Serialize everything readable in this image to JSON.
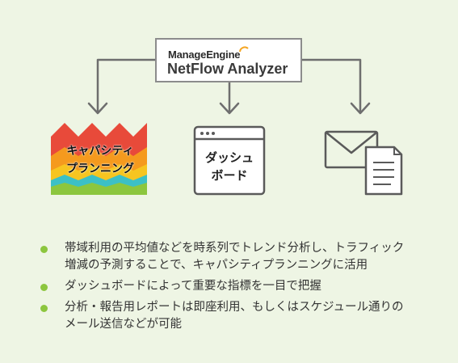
{
  "logo": {
    "brand": "ManageEngine",
    "product": "NetFlow Analyzer",
    "brand_color": "#f5a623"
  },
  "outputs": [
    {
      "icon": "capacity-planning-chart-icon",
      "lines": [
        "キャパシティ",
        "プランニング"
      ]
    },
    {
      "icon": "dashboard-window-icon",
      "lines": [
        "ダッシュ",
        "ボード"
      ]
    },
    {
      "icon": "email-report-icon",
      "lines": []
    }
  ],
  "bullets": [
    {
      "lines": [
        "帯域利用の平均値などを時系列でトレンド分析し、トラフィック",
        "増減の予測することで、キャパシティプランニングに活用"
      ]
    },
    {
      "lines": [
        "ダッシュボードによって重要な指標を一目で把握"
      ]
    },
    {
      "lines": [
        "分析・報告用レポートは即座利用、もしくはスケジュール通りの",
        "メール送信などが可能"
      ]
    }
  ],
  "colors": {
    "background": "#eef5e4",
    "bullet": "#8cc63e",
    "connector": "#6e6e6e",
    "band_red": "#e84a3a",
    "band_orange": "#f59a1e",
    "band_yellow": "#f7c520",
    "band_teal": "#3cc0c6",
    "band_green": "#8cc63e"
  }
}
